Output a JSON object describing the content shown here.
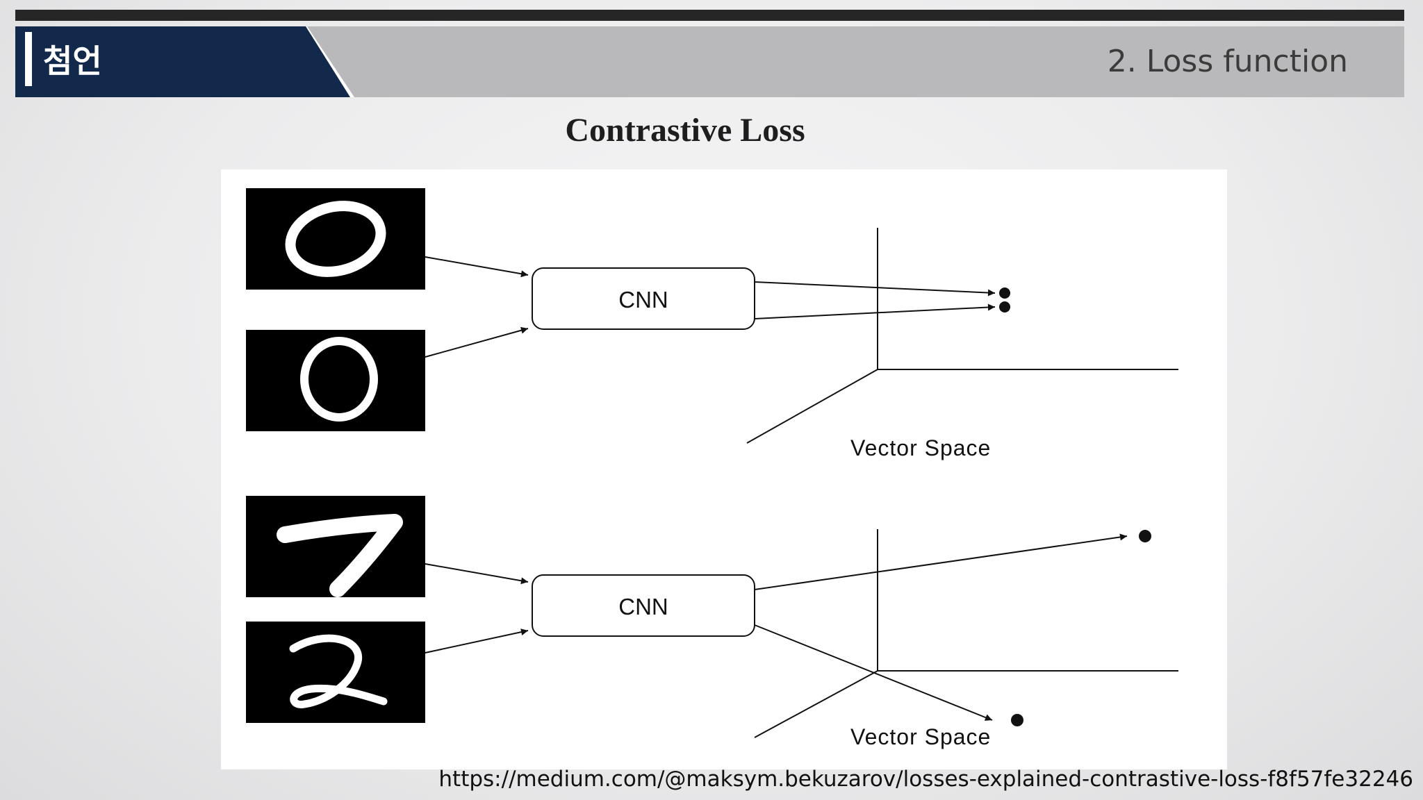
{
  "header": {
    "section_label": "첨언",
    "slide_topic": "2. Loss function",
    "colors": {
      "label_bg": "#13294b",
      "band": "#b9b9bb",
      "top_rule": "#262626"
    }
  },
  "diagram": {
    "title": "Contrastive Loss",
    "nodes": {
      "cnn_label": "CNN"
    },
    "vector_space_label": "Vector Space",
    "rows": [
      {
        "inputs": [
          "0",
          "0"
        ],
        "embeddings": "close together"
      },
      {
        "inputs": [
          "7",
          "2"
        ],
        "embeddings": "far apart"
      }
    ]
  },
  "footer": {
    "source_url": "https://medium.com/@maksym.bekuzarov/losses-explained-contrastive-loss-f8f57fe32246"
  }
}
